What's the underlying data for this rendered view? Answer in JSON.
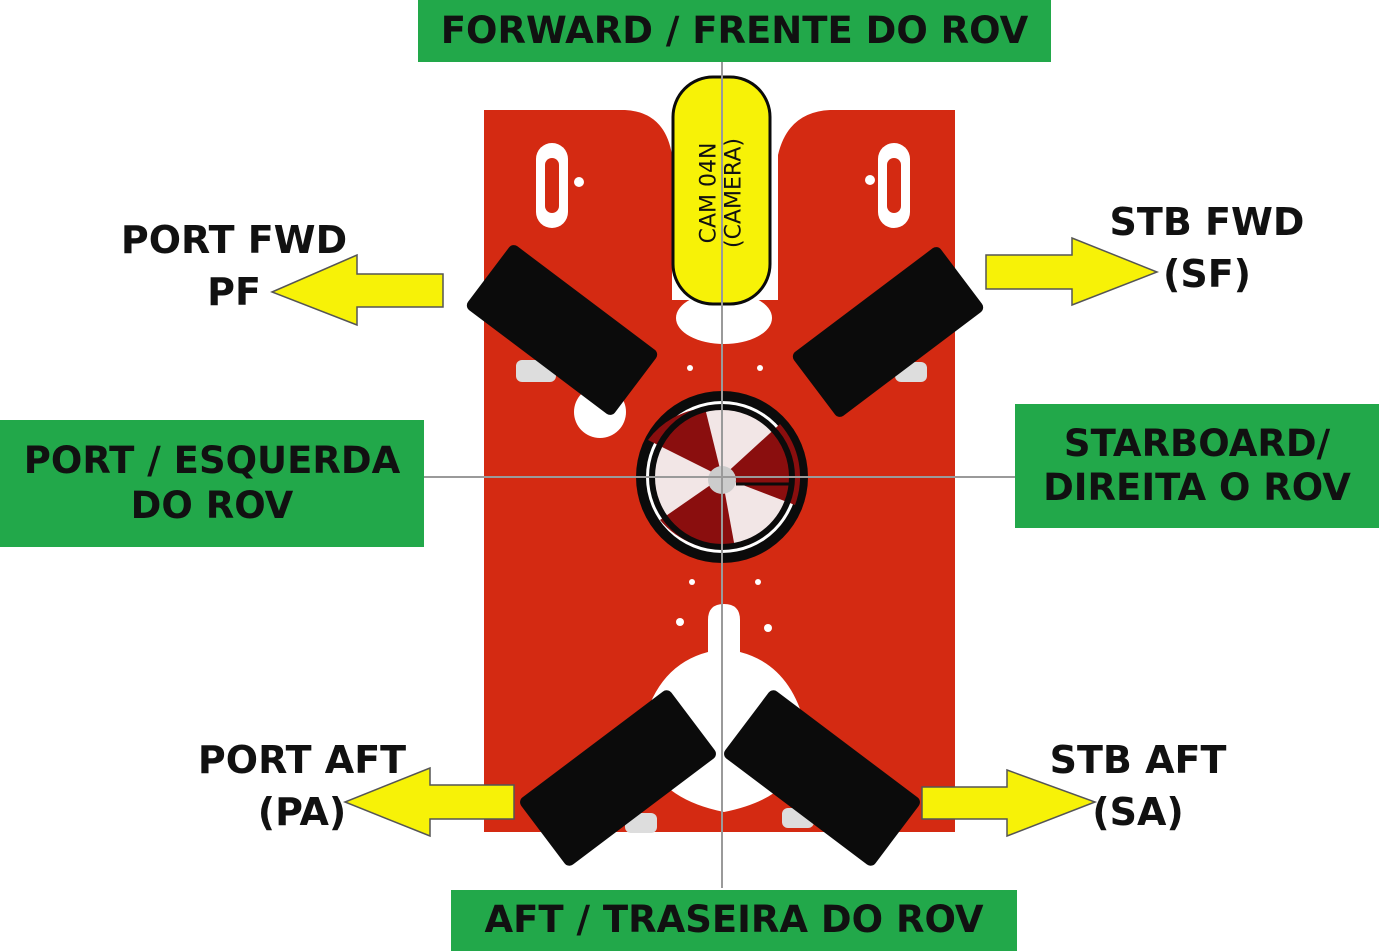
{
  "directions": {
    "forward": "FORWARD / FRENTE DO ROV",
    "aft": "AFT / TRASEIRA DO ROV",
    "port_line1": "PORT / ESQUERDA",
    "port_line2": "DO ROV",
    "starboard_line1": "STARBOARD/",
    "starboard_line2": "DIREITA O ROV"
  },
  "camera": {
    "line1": "CAM 04N",
    "line2": "(CAMERA)"
  },
  "thrusters": {
    "port_fwd": {
      "name": "PORT FWD",
      "code": "PF"
    },
    "stb_fwd": {
      "name": "STB FWD",
      "code": "(SF)"
    },
    "port_aft": {
      "name": "PORT AFT",
      "code": "(PA)"
    },
    "stb_aft": {
      "name": "STB AFT",
      "code": "(SA)"
    }
  },
  "colors": {
    "frame": "#d42a12",
    "label_bg": "#22a84a",
    "arrow": "#f7f207",
    "camera": "#f7f207",
    "thruster": "#0b0b0b"
  }
}
